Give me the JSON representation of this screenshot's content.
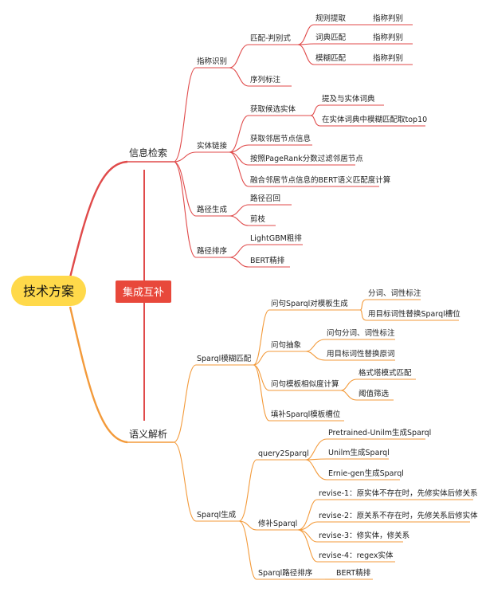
{
  "colors": {
    "red": "#e04a4a",
    "orange": "#f39a3a",
    "root_fill": "#ffd94a",
    "center_fill": "#e8483b"
  },
  "root": "技术方案",
  "center": "集成互补",
  "branches": {
    "info": {
      "label": "信息检索",
      "zhicheng": {
        "label": "指称识别",
        "pipei": {
          "label": "匹配-判别式",
          "items": [
            {
              "name": "规则提取",
              "sub": "指称判别"
            },
            {
              "name": "词典匹配",
              "sub": "指称判别"
            },
            {
              "name": "模糊匹配",
              "sub": "指称判别"
            }
          ]
        },
        "xulie": "序列标注"
      },
      "shiti": {
        "label": "实体链接",
        "huoqu": {
          "label": "获取候选实体",
          "items": [
            "提及与实体词典",
            "在实体词典中模糊匹配取top10"
          ]
        },
        "linju": "获取邻居节点信息",
        "pagerank": "按照PageRank分数过滤邻居节点",
        "bert": "融合邻居节点信息的BERT语义匹配度计算"
      },
      "lujing": {
        "label": "路径生成",
        "items": [
          "路径召回",
          "剪枝"
        ]
      },
      "paixu": {
        "label": "路径排序",
        "items": [
          "LightGBM粗排",
          "BERT精排"
        ]
      }
    },
    "semantic": {
      "label": "语义解析",
      "mohu": {
        "label": "Sparql模糊匹配",
        "duiju": {
          "label": "问句Sparql对模板生成",
          "items": [
            "分词、词性标注",
            "用目标词性替换Sparql槽位"
          ]
        },
        "chouxiang": {
          "label": "问句抽象",
          "items": [
            "问句分词、词性标注",
            "用目标词性替换原词"
          ]
        },
        "xiangsi": {
          "label": "问句模板相似度计算",
          "items": [
            "格式塔模式匹配",
            "阈值筛选"
          ]
        },
        "tianbu": "填补Sparql模板槽位"
      },
      "shengcheng": {
        "label": "Sparql生成",
        "query": {
          "label": "query2Sparql",
          "items": [
            "Pretrained-Unilm生成Sparql",
            "Unilm生成Sparql",
            "Ernie-gen生成Sparql"
          ]
        },
        "xiubu": {
          "label": "修补Sparql",
          "items": [
            "revise-1：原实体不存在时，先修实体后修关系",
            "revise-2：原关系不存在时，先修关系后修实体",
            "revise-3：修实体，修关系",
            "revise-4：regex实体"
          ]
        },
        "paixu": {
          "label": "Sparql路径排序",
          "sub": "BERT精排"
        }
      }
    }
  }
}
